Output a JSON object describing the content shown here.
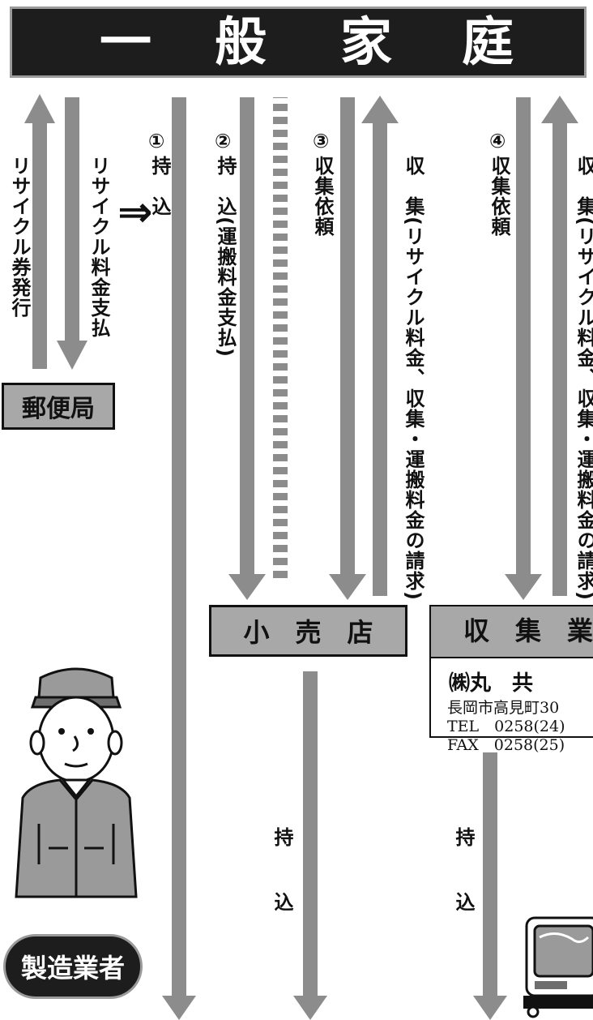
{
  "header": {
    "chars": [
      "一",
      "般",
      "家",
      "庭"
    ]
  },
  "left_panel": {
    "issue_label": "リサイクル券発行",
    "pay_label": "リサイクル料金支払",
    "post_office": "郵便局"
  },
  "routes": {
    "r1_num": "①",
    "r1_label": "持　込",
    "r2_num": "②",
    "r2_label": "持　込(運搬料金支払)",
    "r3_num": "③",
    "r3_label": "収集依頼",
    "r3_return": "収　集(リサイクル料金、収集・運搬料金の請求)",
    "r4_num": "④",
    "r4_label": "収集依頼",
    "r4_return": "収　集(リサイクル料金、収集・運搬料金の請求)"
  },
  "arrow_symbol": "⇒",
  "retailer": {
    "label": "小　売　店",
    "carry": "持　込"
  },
  "collector": {
    "title": "収　集　業",
    "company": "㈱丸　共",
    "address": "長岡市高見町30",
    "tel": "TEL　0258(24)",
    "fax": "FAX　0258(25)",
    "carry": "持　込"
  },
  "manufacturer": {
    "label": "製造業者"
  },
  "colors": {
    "arrow": "#8c8c8c",
    "box": "#a8a8a8",
    "header": "#1d1d1d"
  }
}
